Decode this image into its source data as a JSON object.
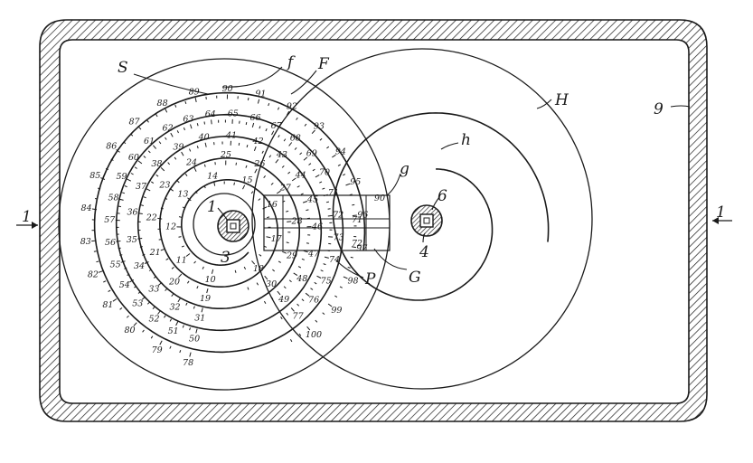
{
  "labels": {
    "S": "S",
    "f": "f",
    "F": "F",
    "H": "H",
    "h": "h",
    "g": "g",
    "G": "G",
    "P": "P",
    "ref9": "9",
    "ref6": "6",
    "ref4": "4",
    "ref3": "3",
    "ref1": "1",
    "section_left": "1",
    "section_right": "1"
  },
  "scales": {
    "ring1": [
      "10",
      "11",
      "12",
      "13",
      "14",
      "15",
      "16",
      "17",
      "18"
    ],
    "ring2": [
      "19",
      "20",
      "21",
      "22",
      "23",
      "24",
      "25",
      "26",
      "27",
      "28",
      "29",
      "30"
    ],
    "ring3": [
      "31",
      "32",
      "33",
      "34",
      "35",
      "36",
      "37",
      "38",
      "39",
      "40",
      "41",
      "42",
      "43",
      "44",
      "45",
      "46",
      "47",
      "48",
      "49"
    ],
    "ring4": [
      "50",
      "51",
      "52",
      "53",
      "54",
      "55",
      "56",
      "57",
      "58",
      "59",
      "60",
      "61",
      "62",
      "63",
      "64",
      "65",
      "66",
      "67",
      "68",
      "69",
      "70",
      "71",
      "72",
      "73",
      "74",
      "75",
      "76",
      "77"
    ],
    "ring5": [
      "78",
      "79",
      "80",
      "81",
      "82",
      "83",
      "84",
      "85",
      "86",
      "87",
      "88",
      "89",
      "90",
      "91",
      "92",
      "93",
      "94",
      "95",
      "96",
      "97",
      "98",
      "99",
      "100"
    ]
  },
  "window": {
    "upper": "90",
    "middle": "71",
    "lower": "72"
  }
}
